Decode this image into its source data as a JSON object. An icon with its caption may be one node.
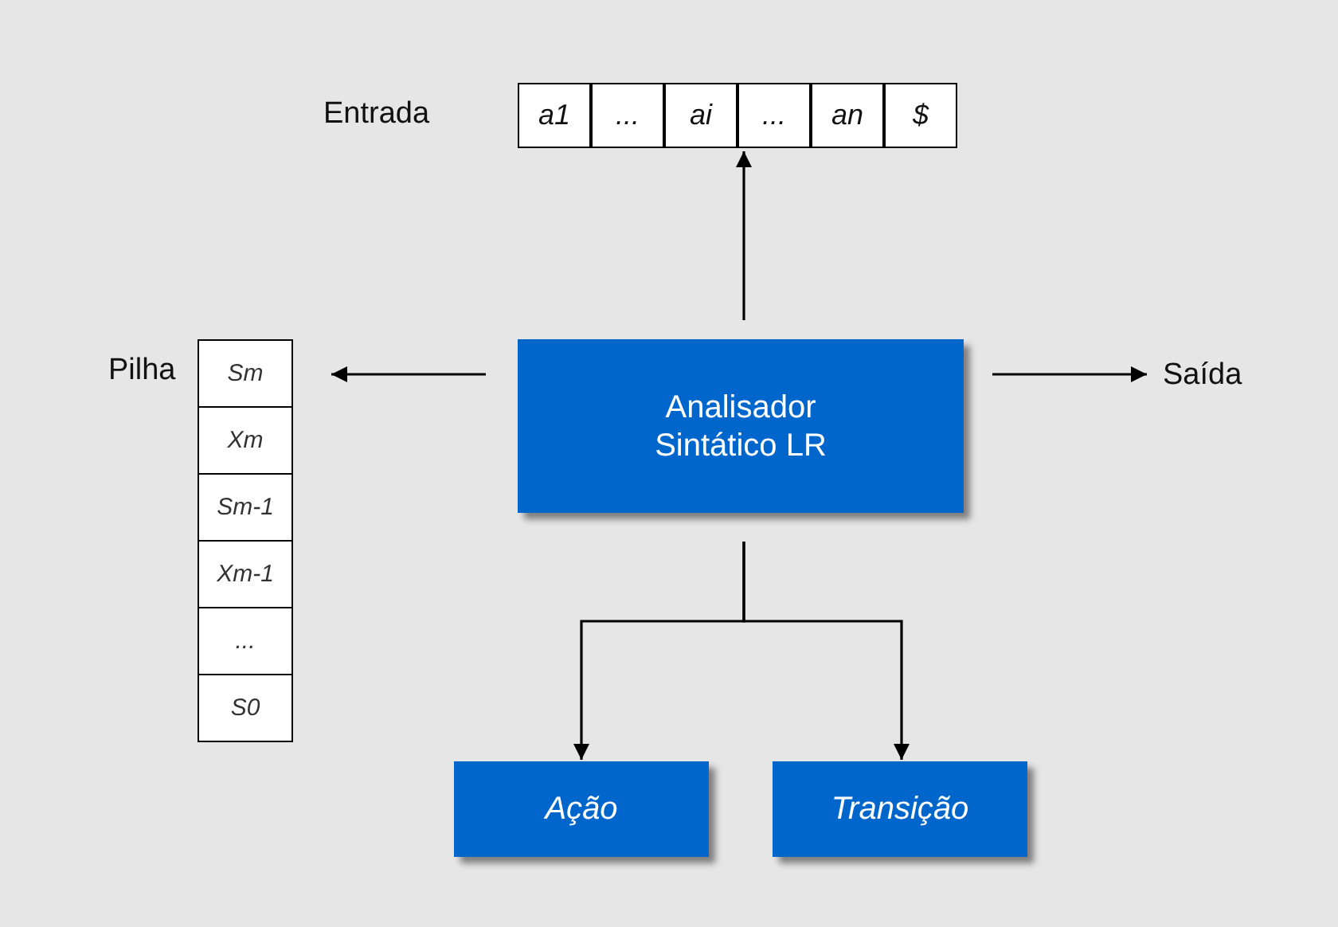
{
  "diagram": {
    "nodes": [
      {
        "text": [
          "Entrada"
        ]
      },
      {
        "text": [
          "a1"
        ],
        "in": 0
      },
      {
        "text": [
          "..."
        ],
        "in": 0
      },
      {
        "text": [
          "ai"
        ],
        "in": 0
      },
      {
        "text": [
          "..."
        ],
        "in": 0
      },
      {
        "text": [
          "an"
        ],
        "in": 0
      },
      {
        "text": [
          "$"
        ],
        "in": 0
      },
      {
        "text": [
          "Pilha"
        ]
      },
      {
        "text": [
          "Sm"
        ],
        "in": 7
      },
      {
        "text": [
          "Xm"
        ],
        "in": 7
      },
      {
        "text": [
          "Sm-1"
        ],
        "in": 7
      },
      {
        "text": [
          "Xm-1"
        ],
        "in": 7
      },
      {
        "text": [
          "..."
        ],
        "in": 7
      },
      {
        "text": [
          "S0"
        ],
        "in": 7
      },
      {
        "text": [
          "Analisador Sintático LR"
        ]
      },
      {
        "text": [
          "Saída"
        ]
      },
      {
        "text": [
          "Ação"
        ]
      },
      {
        "text": [
          "Transição"
        ]
      }
    ],
    "edges": [
      {
        "from": 14,
        "to": 0,
        "arrow": "to"
      },
      {
        "from": 14,
        "to": 7,
        "arrow": "to"
      },
      {
        "from": 14,
        "to": 15,
        "arrow": "to"
      },
      {
        "from": 14,
        "to": 16,
        "arrow": "to"
      },
      {
        "from": 14,
        "to": 17,
        "arrow": "to"
      }
    ]
  }
}
